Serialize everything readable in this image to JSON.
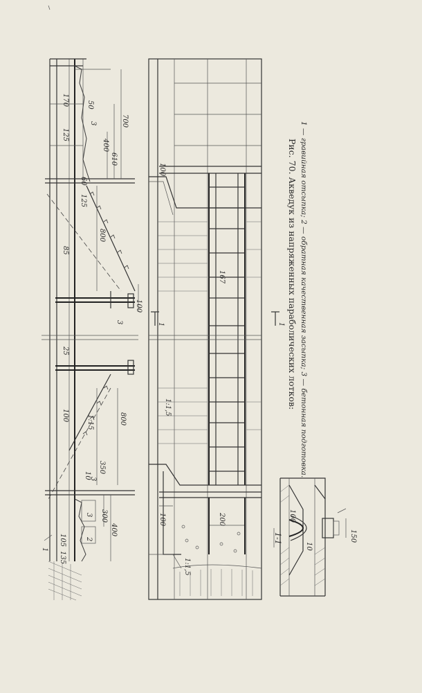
{
  "caption": {
    "title": "Рис. 70. Акведук из напряженных параболических лотков:",
    "legend": "1 — гравийная отсыпка; 2 — обратная качественная засыпка; 3 — бетонная подготовка."
  },
  "section_label": "1-1",
  "cut_marks": [
    "1",
    "1"
  ],
  "leader_labels": [
    "1",
    "2",
    "3",
    "3",
    "3",
    "3"
  ],
  "slopes": [
    "1:1,5",
    "1:15",
    "1:1,5"
  ],
  "dimensions": {
    "elevation": [
      "170",
      "50",
      "125",
      "700",
      "400",
      "610",
      "60",
      "125",
      "800",
      "85",
      "100",
      "25",
      "800",
      "100",
      "10",
      "350",
      "300",
      "400",
      "105",
      "135"
    ],
    "plan": [
      "100",
      "167",
      "200",
      "100"
    ],
    "section": [
      "100",
      "10",
      "150"
    ]
  }
}
